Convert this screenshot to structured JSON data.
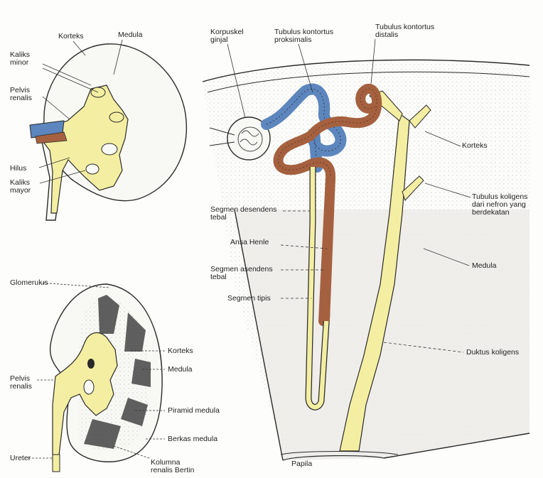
{
  "labels": {
    "korteks_tl": "Korteks",
    "medula_tl": "Medula",
    "kaliks_minor": "Kaliks\nminor",
    "pelvis_renalis_tl": "Pelvis\nrenalis",
    "hilus": "Hilus",
    "kaliks_mayor": "Kaliks\nmayor",
    "glomerulus": "Glomerulus",
    "korteks_bl": "Korteks",
    "medula_bl": "Medula",
    "pelvis_renalis_bl": "Pelvis\nrenalis",
    "piramid_medula": "Piramid medula",
    "berkas_medula": "Berkas medula",
    "ureter": "Ureter",
    "kolumna": "Kolumna\nrenalis Bertin",
    "korpuskel": "Korpuskel\nginjal",
    "tubulus_proksimalis": "Tubulus kontortus\nproksimalis",
    "tubulus_distalis": "Tubulus kontortus\ndistalis",
    "korteks_r": "Korteks",
    "tubulus_koligens": "Tubulus koligens\ndari nefron yang\nberdekatan",
    "segmen_desendens": "Segmen desendens\ntebal",
    "ansa_henle": "Ansa Henle",
    "segmen_asendens": "Segmen asendens\ntebal",
    "segmen_tipis": "Segmen tipis",
    "medula_r": "Medula",
    "duktus_koligens": "Duktus koligens",
    "papila": "Papila"
  },
  "colors": {
    "yellow": "#f4eea2",
    "blue": "#5c86bd",
    "brown": "#a5613f",
    "outline": "#2a2a2a",
    "medulla_fill": "#ecebe7"
  }
}
